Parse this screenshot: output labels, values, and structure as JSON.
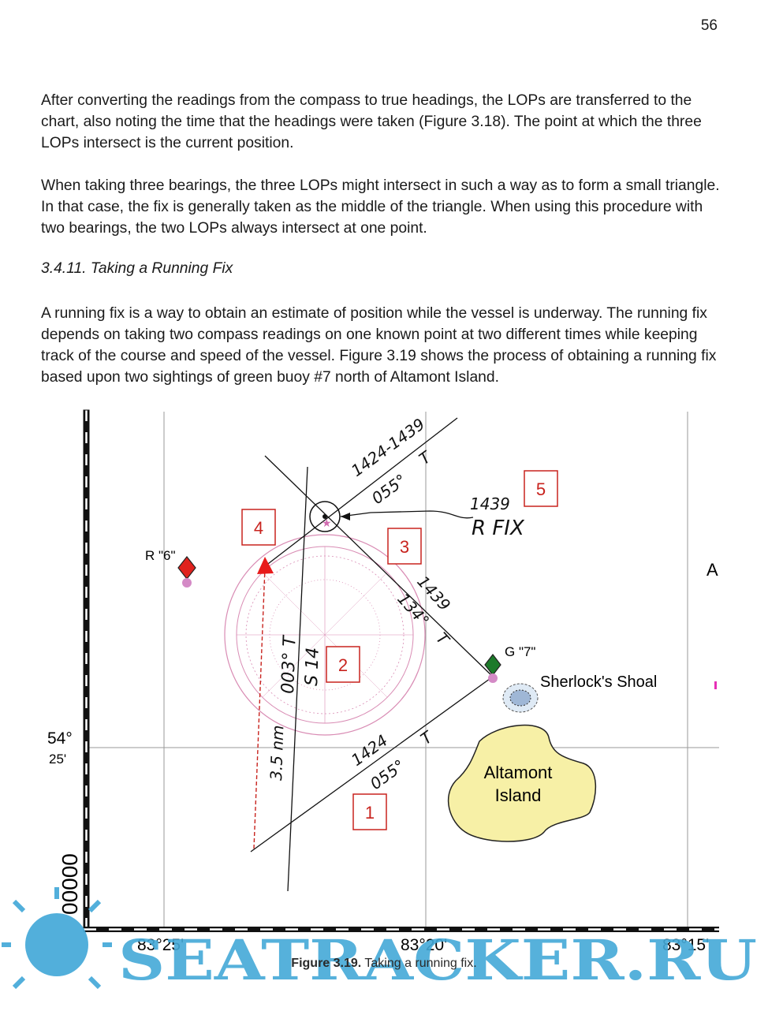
{
  "page_number": "56",
  "paragraphs": [
    "After converting the readings from the compass to true headings, the LOPs are transferred to the chart, also noting the time that the headings were taken (Figure 3.18). The point at which the three LOPs intersect is the current position.",
    "When taking three bearings, the three LOPs might intersect in such a way as to form a small triangle. In that case, the fix is generally taken as the middle of the triangle. When using this procedure with two bearings, the two LOPs always intersect at one point."
  ],
  "section_heading": "3.4.11. Taking a Running Fix",
  "paragraph3": "A running fix is a way to obtain an estimate of position while the vessel is underway. The running fix depends on taking two compass readings on one known point at two different times while keeping track of the course and speed of the vessel. Figure 3.19 shows the process of obtaining a running fix based upon two sightings of green buoy #7 north of Altamont Island.",
  "figure": {
    "lat_deg": "54°",
    "lat_min": "25'",
    "lon_left": "83°25'",
    "lon_mid": "83°20'",
    "lon_right": "83°15'",
    "left_digits": "00000",
    "buoy_red": "R \"6\"",
    "buoy_green": "G \"7\"",
    "shoal_label": "Sherlock's Shoal",
    "island_line1": "Altamont",
    "island_line2": "Island",
    "edge_letter": "A",
    "lop1_time": "1424",
    "lop1_bearing": "055°",
    "lop1_unit": "T",
    "lop2_time": "1424-1439",
    "lop2_bearing": "055°",
    "lop2_unit": "T",
    "lop3_time": "1439",
    "lop3_bearing": "134°",
    "lop3_unit": "T",
    "course": "003° T",
    "speed": "S 14",
    "distance": "3.5 nm",
    "fix_time": "1439",
    "fix_label": "R FIX",
    "boxes": [
      "1",
      "2",
      "3",
      "4",
      "5"
    ],
    "colors": {
      "annotation_red": "#c8231e",
      "island_fill": "#f7f0a6",
      "compass_pink": "#d98cb4",
      "buoy_green": "#1c7a2a"
    }
  },
  "caption_bold": "Figure 3.19.",
  "caption_text": " Taking a running fix.",
  "watermark": "SEATRACKER.RU"
}
